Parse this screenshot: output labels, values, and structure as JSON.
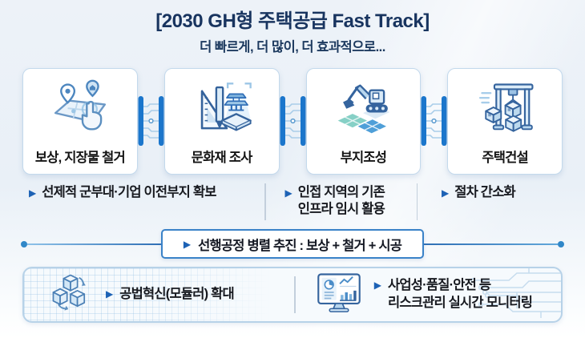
{
  "ui": {
    "marker": "▶"
  },
  "header": {
    "title": "[2030 GH형 주택공급 Fast Track]",
    "subtitle": "더 빠르게, 더 많이, 더 효과적으로..."
  },
  "process": {
    "steps": [
      {
        "label": "보상, 지장물 철거",
        "icon": "map-pins-touch-icon"
      },
      {
        "label": "문화재 조사",
        "icon": "heritage-scan-icon"
      },
      {
        "label": "부지조성",
        "icon": "excavator-site-icon"
      },
      {
        "label": "주택건설",
        "icon": "gantry-crane-icon"
      }
    ],
    "connector_icon": "circuit-chip-connector-icon"
  },
  "notes": [
    {
      "text": "선제적 군부대·기업 이전부지 확보"
    },
    {
      "line1": "인접 지역의 기존",
      "line2": "인프라 임시 활용"
    },
    {
      "text": "절차 간소화"
    }
  ],
  "banner": {
    "text": "선행공정 병렬 추진 : 보상 + 철거 + 시공"
  },
  "bottom": [
    {
      "icon": "modular-cubes-icon",
      "text": "공법혁신(모듈러) 확대"
    },
    {
      "icon": "monitoring-dashboard-icon",
      "line1": "사업성·품질·안전 등",
      "line2": "리스크관리 실시간 모니터링"
    }
  ],
  "colors": {
    "title_navy": "#18345f",
    "accent_blue": "#1b76cc",
    "marker_blue": "#1d62b5",
    "banner_border": "#3a82c8",
    "panel_border": "#b7d2e8",
    "text_dark": "#17191f"
  }
}
